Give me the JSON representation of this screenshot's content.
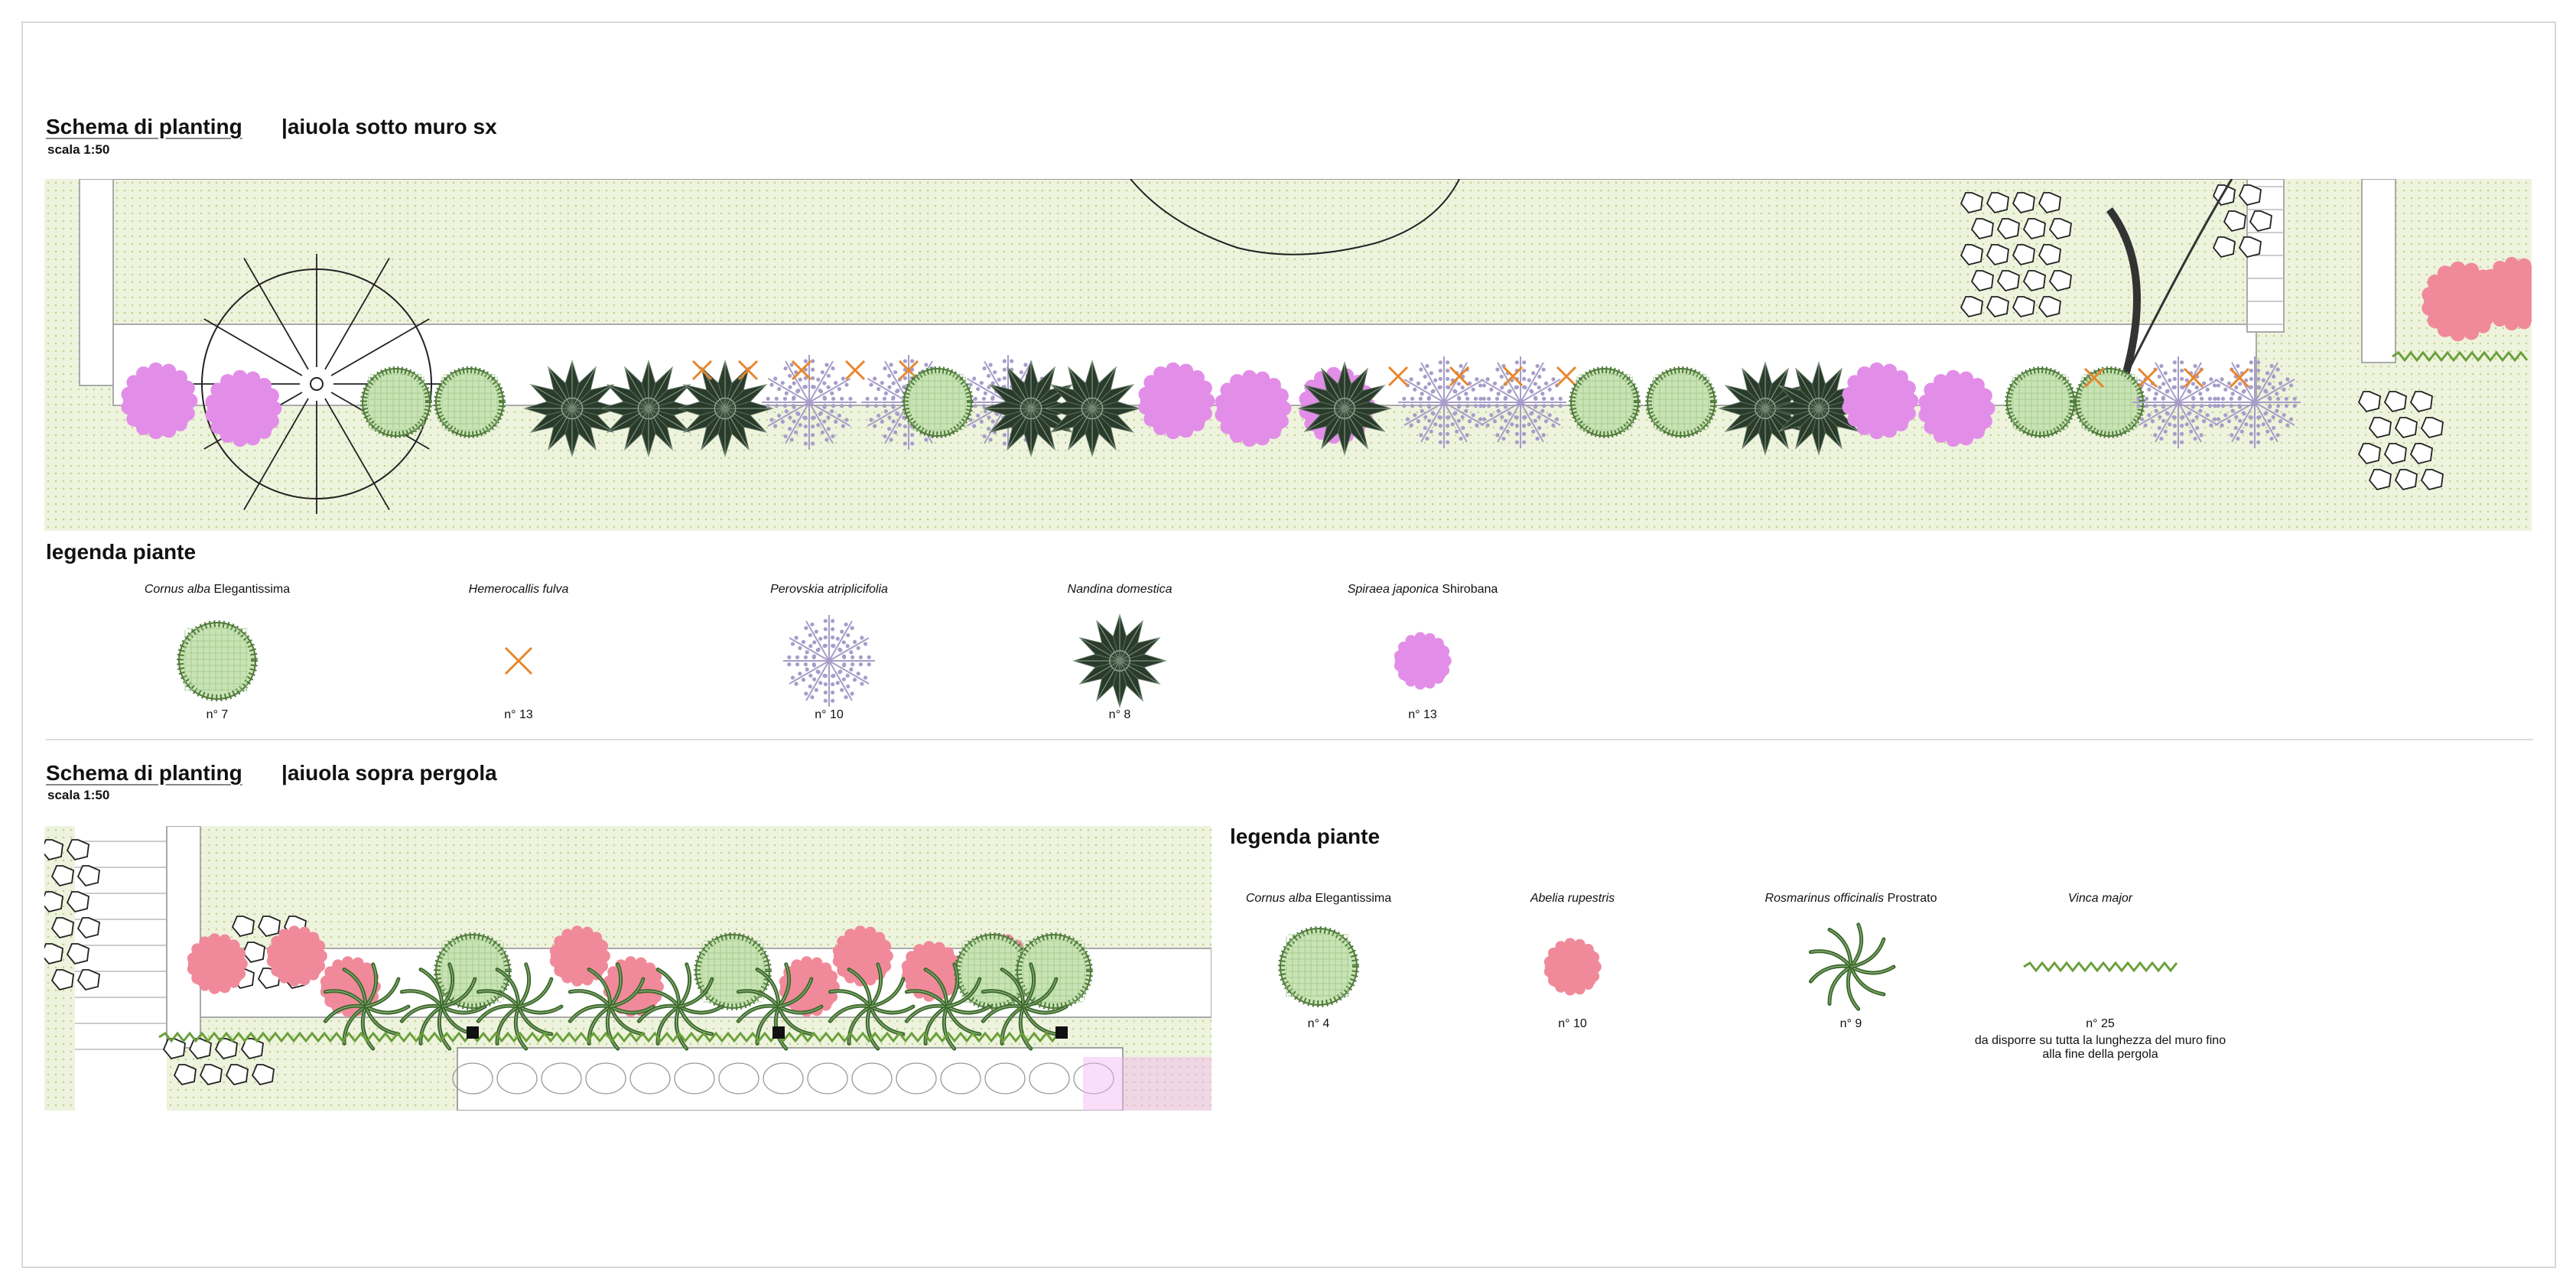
{
  "colors": {
    "cornus": "#c9e4b4",
    "cornus_edge": "#4f7a3c",
    "hemerocallis": "#e8862c",
    "perovskia": "#a79dc8",
    "nandina": "#2a3b2c",
    "spiraea": "#e28ee8",
    "abelia": "#f08a9a",
    "rosmarinus": "#3f6a2f",
    "vinca": "#6aa03a",
    "ground": "#eef3de",
    "paving": "#f5b3f0"
  },
  "section1": {
    "title": "Schema di planting",
    "subtitle": "|aiuola sotto muro sx",
    "scale": "scala 1:50",
    "legend_title": "legenda piante",
    "legend": [
      {
        "icon": "cornus-icon",
        "italic": "Cornus alba",
        "plain": " Elegantissima",
        "count": "n° 7"
      },
      {
        "icon": "hemerocallis-icon",
        "italic": "Hemerocallis fulva",
        "plain": "",
        "count": "n° 13"
      },
      {
        "icon": "perovskia-icon",
        "italic": "Perovskia atriplicifolia",
        "plain": "",
        "count": "n° 10"
      },
      {
        "icon": "nandina-icon",
        "italic": "Nandina domestica",
        "plain": "",
        "count": "n° 8"
      },
      {
        "icon": "spiraea-icon",
        "italic": "Spiraea japonica",
        "plain": " Shirobana",
        "count": "n° 13"
      }
    ]
  },
  "section2": {
    "title": "Schema di planting",
    "subtitle": "|aiuola sopra pergola",
    "scale": "scala 1:50",
    "legend_title": "legenda piante",
    "legend": [
      {
        "icon": "cornus-icon",
        "italic": "Cornus alba",
        "plain": " Elegantissima",
        "count": "n° 4",
        "note": ""
      },
      {
        "icon": "abelia-icon",
        "italic": "Abelia rupestris",
        "plain": "",
        "count": "n° 10",
        "note": ""
      },
      {
        "icon": "rosmarinus-icon",
        "italic": "Rosmarinus officinalis",
        "plain": " Prostrato",
        "count": "n° 9",
        "note": ""
      },
      {
        "icon": "vinca-icon",
        "italic": "Vinca major",
        "plain": "",
        "count": "n° 25",
        "note": "da disporre su tutta la lunghezza del muro fino alla fine della pergola"
      }
    ]
  }
}
